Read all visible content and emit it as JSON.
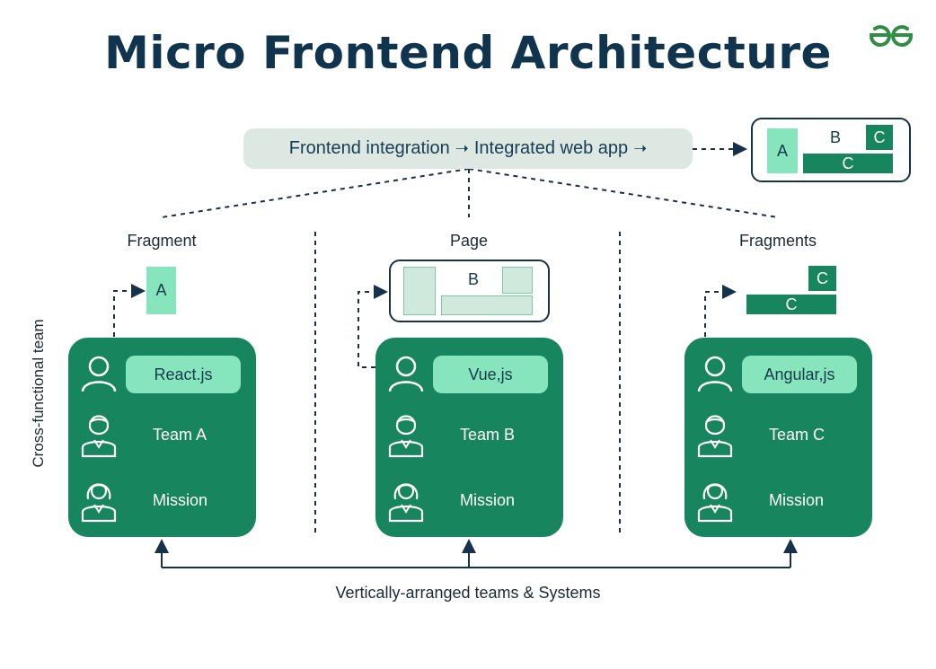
{
  "title": "Micro Frontend Architecture",
  "integration": {
    "frontend_integration": "Frontend integration",
    "integrated_web_app": "Integrated web app",
    "arrow": "➝"
  },
  "app_preview": {
    "a": "A",
    "b": "B",
    "c_small": "C",
    "c_bar": "C"
  },
  "columns": [
    {
      "label": "Fragment",
      "tech": "React.js",
      "team": "Team A",
      "mission": "Mission",
      "output": {
        "a": "A"
      }
    },
    {
      "label": "Page",
      "tech": "Vue,js",
      "team": "Team B",
      "mission": "Mission",
      "output": {
        "b": "B"
      }
    },
    {
      "label": "Fragments",
      "tech": "Angular,js",
      "team": "Team C",
      "mission": "Mission",
      "output": {
        "c_small": "C",
        "c_bar": "C"
      }
    }
  ],
  "side_label": "Cross-functional team",
  "bottom_label": "Vertically-arranged teams & Systems",
  "colors": {
    "dark_navy": "#10344e",
    "green": "#17855d",
    "mint": "#86e5bd",
    "light_green": "#cfeadd",
    "pill": "#dce8e1"
  },
  "icons": [
    "gfg-logo-icon",
    "user-icon",
    "male-person-icon",
    "female-person-icon"
  ]
}
